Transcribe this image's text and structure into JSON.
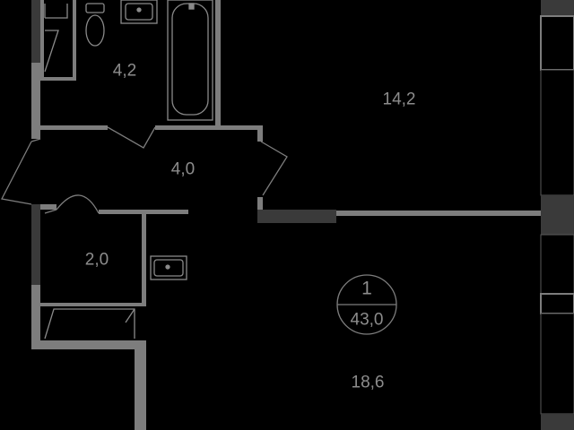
{
  "plan": {
    "background_color": "#000000",
    "wall_color": "#7d7d7d",
    "dark_wall_color": "#3a3a3a",
    "fixture_color": "#8a8a8a",
    "text_color": "#8c8c8c"
  },
  "rooms": [
    {
      "id": "bathroom",
      "area": "4,2"
    },
    {
      "id": "living-room",
      "area": "14,2"
    },
    {
      "id": "hallway",
      "area": "4,0"
    },
    {
      "id": "toilet",
      "area": "2,0"
    },
    {
      "id": "kitchen",
      "area": "18,6"
    }
  ],
  "badge": {
    "rooms_count": "1",
    "total_area": "43,0"
  }
}
